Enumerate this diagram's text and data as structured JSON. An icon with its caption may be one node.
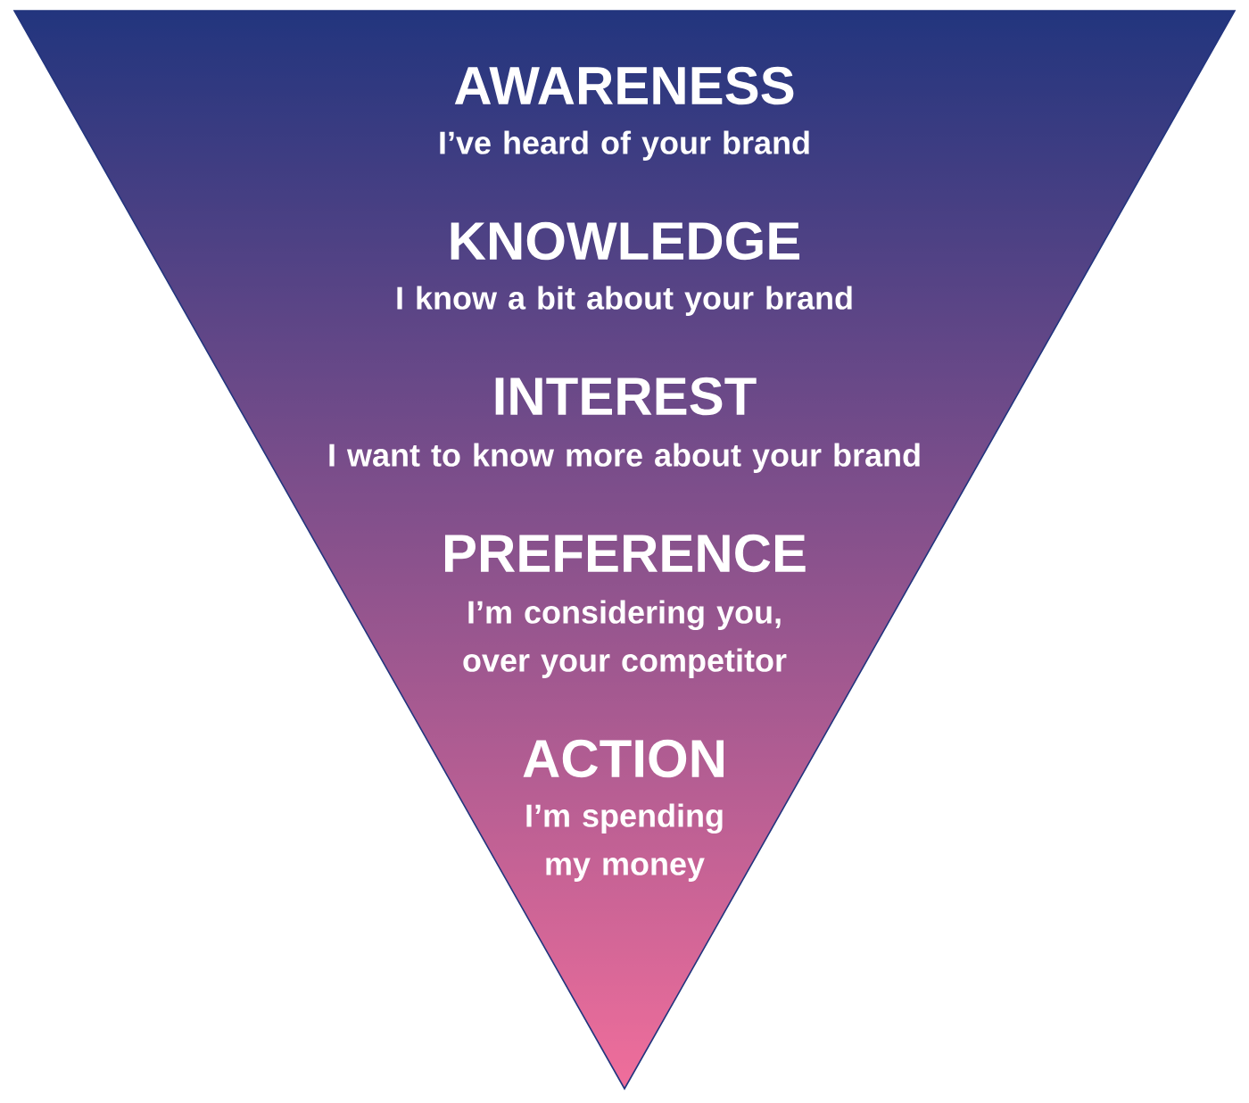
{
  "diagram": {
    "nodes": [
      {
        "text": [],
        "shape": "triangle"
      },
      {
        "text": [
          "AWARENESS",
          "I’ve heard of your brand"
        ],
        "in": 0
      },
      {
        "text": [
          "KNOWLEDGE",
          "I know a bit about your brand"
        ],
        "in": 0
      },
      {
        "text": [
          "INTEREST",
          "I want to know more about your brand"
        ],
        "in": 0
      },
      {
        "text": [
          "PREFERENCE",
          "I’m considering you, over your competitor"
        ],
        "in": 0
      },
      {
        "text": [
          "ACTION",
          "I’m spending my money"
        ],
        "in": 0
      }
    ]
  }
}
